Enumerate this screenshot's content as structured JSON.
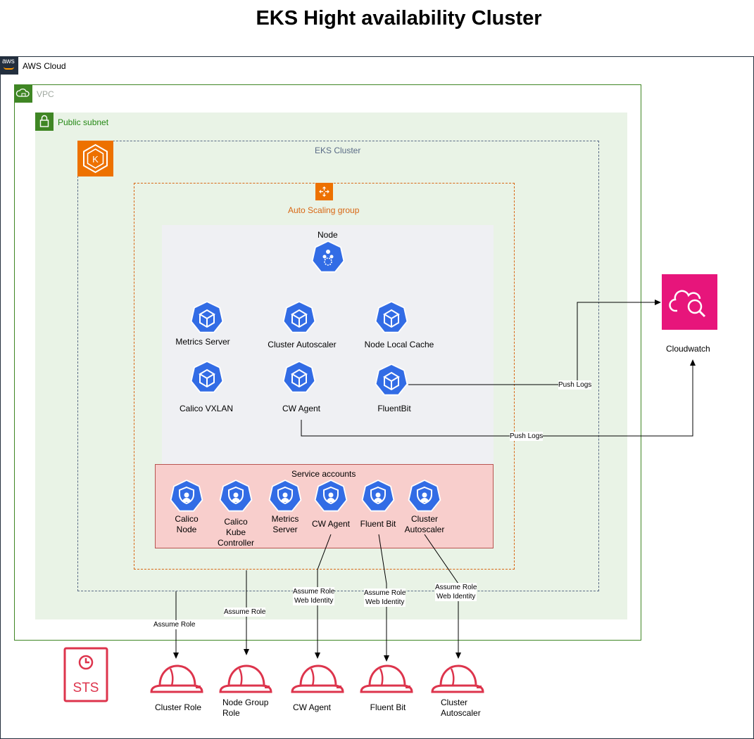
{
  "title": "EKS Hight availability Cluster",
  "groups": {
    "aws_cloud": "AWS Cloud",
    "vpc": "VPC",
    "public_subnet": "Public subnet",
    "eks_cluster": "EKS Cluster",
    "asg": "Auto Scaling group",
    "node": "Node",
    "service_accounts": "Service accounts"
  },
  "aws_logo_text": "aws",
  "pods": {
    "metrics_server": "Metrics Server",
    "cluster_autoscaler": "Cluster Autoscaler",
    "node_local_cache": "Node Local Cache",
    "calico_vxlan": "Calico VXLAN",
    "cw_agent": "CW Agent",
    "fluentbit": "FluentBit"
  },
  "service_accounts": {
    "calico_node": [
      "Calico",
      "Node"
    ],
    "calico_kube_controller": [
      "Calico",
      "Kube",
      "Controller"
    ],
    "metrics_server": [
      "Metrics",
      "Server"
    ],
    "cw_agent": [
      "CW Agent"
    ],
    "fluent_bit": [
      "Fluent Bit"
    ],
    "cluster_autoscaler": [
      "Cluster",
      "Autoscaler"
    ]
  },
  "cloudwatch": "Cloudwatch",
  "sts": "STS",
  "roles": {
    "cluster_role": [
      "Cluster Role"
    ],
    "node_group_role": [
      "Node Group",
      "Role"
    ],
    "cw_agent": [
      "CW Agent"
    ],
    "fluent_bit": [
      "Fluent Bit"
    ],
    "cluster_autoscaler": [
      "Cluster",
      "Autoscaler"
    ]
  },
  "edges": {
    "push_logs_1": "Push Logs",
    "push_logs_2": "Push Logs",
    "assume_role_1": "Assume Role",
    "assume_role_2": "Assume Role",
    "assume_role_web_1": [
      "Assume Role",
      "Web Identity"
    ],
    "assume_role_web_2": [
      "Assume Role",
      "Web Identity"
    ],
    "assume_role_web_3": [
      "Assume Role",
      "Web Identity"
    ]
  },
  "colors": {
    "vpc": "#3f8624",
    "subnet_fill": "#e9f3e6",
    "eks_orange": "#ed7100",
    "asg_orange": "#d86613",
    "node_fill": "#eff0f3",
    "sa_fill": "#f8cecc",
    "sa_border": "#b85450",
    "k8s_blue": "#326ce5",
    "cloudwatch": "#e7157b",
    "iam_red": "#dd344c"
  }
}
